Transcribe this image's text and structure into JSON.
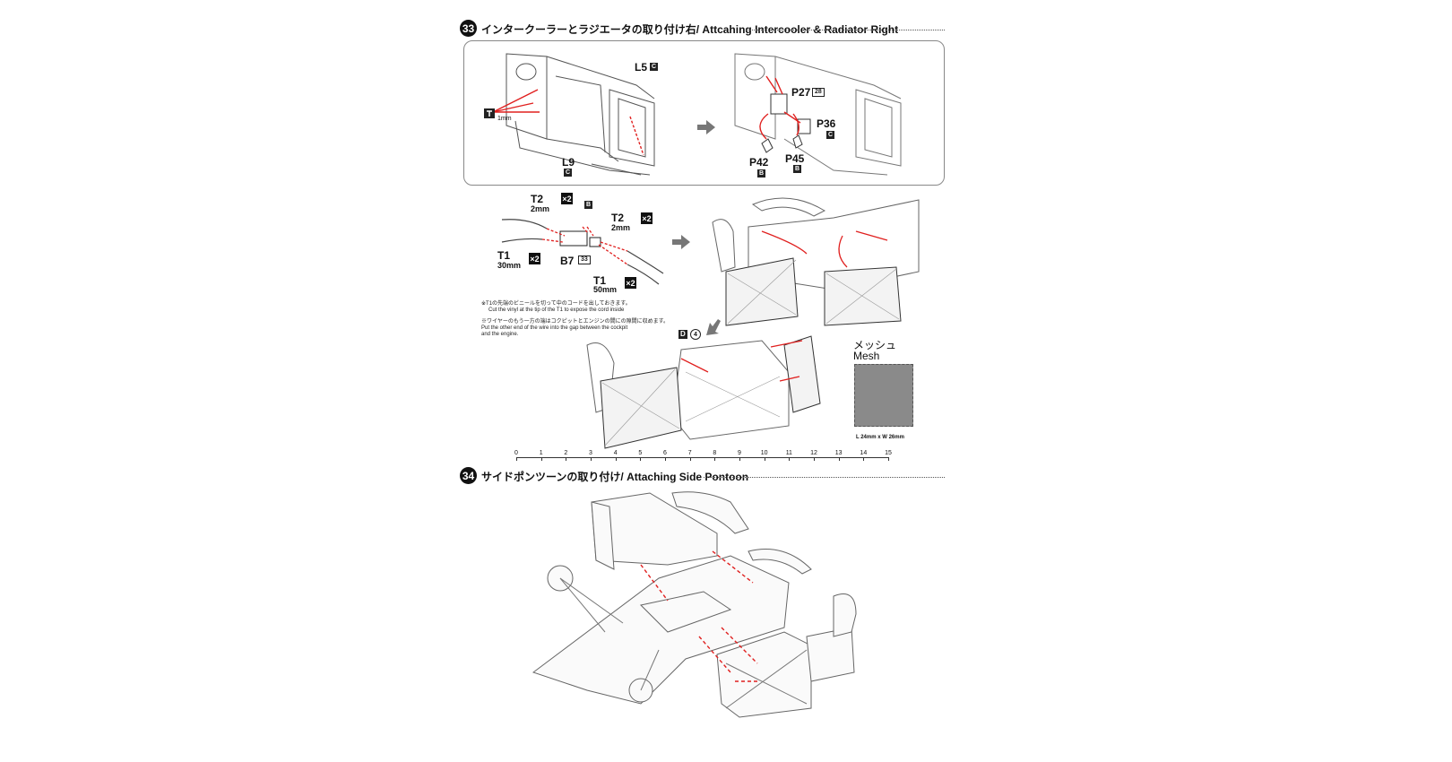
{
  "step33": {
    "number": "33",
    "title": "インタークーラーとラジエータの取り付け右/ Attcahing Intercooler & Radiator Right",
    "panel1": {
      "parts": [
        {
          "id": "L5",
          "badge": "C"
        },
        {
          "id": "L9",
          "badge": "C"
        },
        {
          "id": "P27",
          "badge": "28"
        },
        {
          "id": "P36",
          "badge": "C"
        },
        {
          "id": "P42",
          "badge": "B"
        },
        {
          "id": "P45",
          "badge": "B"
        }
      ],
      "tool_size": "1mm"
    },
    "panel2": {
      "wires": [
        {
          "id": "T2",
          "length": "2mm",
          "qty": "×2"
        },
        {
          "id": "T2",
          "length": "2mm",
          "qty": "×2"
        },
        {
          "id": "T1",
          "length": "30mm",
          "qty": "×2"
        },
        {
          "id": "T1",
          "length": "50mm",
          "qty": "×2"
        }
      ],
      "b_badge": "B",
      "b7": {
        "id": "B7",
        "badge": "33"
      },
      "note1_jp": "※T1の先端のビニールを切って中のコードを出しておきます。",
      "note1_en": "Cut the vinyl at the tip of the T1 to expose the cord inside",
      "note2_jp": "※ワイヤーのもう一方の端はコクピットとエンジンの間にの隙間に収めます。",
      "note2_en_1": "Put the other end of the wire into the gap between the cockpit",
      "note2_en_2": "and the engine.",
      "decal_badge": "D",
      "decal_num": "4"
    },
    "mesh": {
      "label_jp": "メッシュ",
      "label_en": "Mesh",
      "size": "L 24mm x W 26mm",
      "color": "#8a8a8a"
    },
    "ruler": [
      "0",
      "1",
      "2",
      "3",
      "4",
      "5",
      "6",
      "7",
      "8",
      "9",
      "10",
      "11",
      "12",
      "13",
      "14",
      "15"
    ]
  },
  "step34": {
    "number": "34",
    "title": "サイドポンツーンの取り付け/ Attaching Side Pontoon"
  },
  "colors": {
    "accent_red": "#e0201f",
    "line_gray": "#555555"
  }
}
